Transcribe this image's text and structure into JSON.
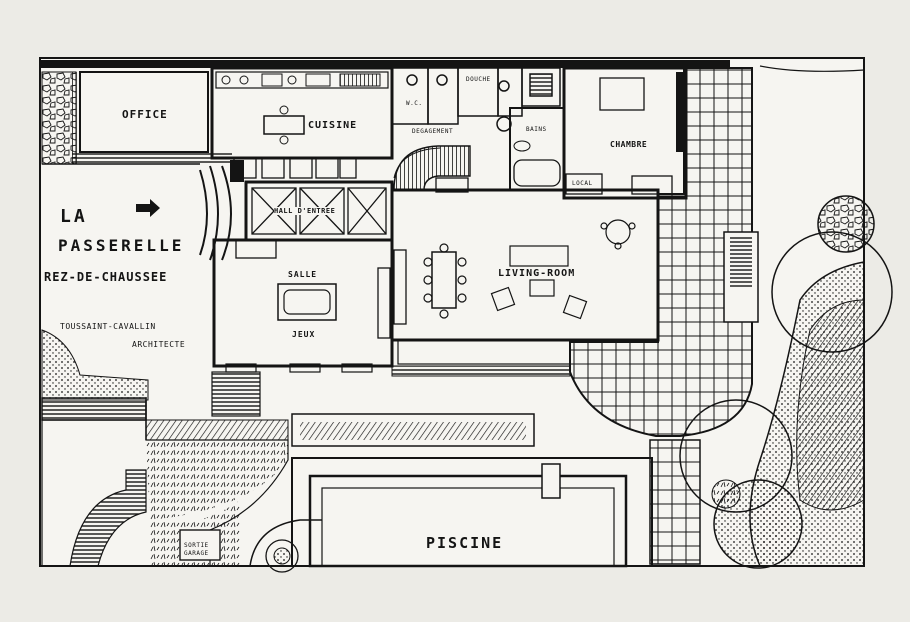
{
  "plan": {
    "ink_color": "#141414",
    "paper_color": "#ecebe6",
    "title_line_1": "LA",
    "title_line_2": "PASSERELLE",
    "title_line_3": "REZ-DE-CHAUSSEE",
    "credit_line_1": "TOUSSAINT-CAVALLIN",
    "credit_line_2": "ARCHITECTE",
    "rooms": {
      "office": "OFFICE",
      "cuisine": "CUISINE",
      "degagement": "DEGAGEMENT",
      "bains": "BAINS",
      "chambre": "CHAMBRE",
      "hall": "HALL D'ENTREE",
      "salle_jeux_1": "SALLE",
      "salle_jeux_2": "JEUX",
      "living": "LIVING-ROOM",
      "piscine": "PISCINE",
      "wc": "W.C.",
      "douche": "DOUCHE",
      "local": "LOCAL",
      "sortie": "SORTIE",
      "garage": "GARAGE"
    }
  }
}
